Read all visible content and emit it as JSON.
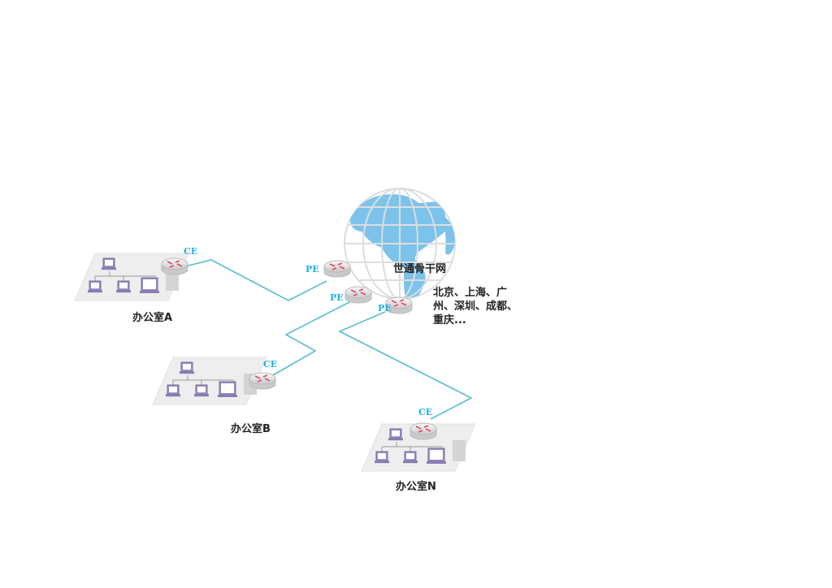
{
  "backbone": {
    "title": "世通骨干网",
    "cities": [
      "北京、上海、广",
      "州、深圳、成都、",
      "重庆..."
    ]
  },
  "pe_labels": [
    "PE",
    "PE",
    "PE"
  ],
  "offices": [
    {
      "name": "办公室A",
      "router": "CE"
    },
    {
      "name": "办公室B",
      "router": "CE"
    },
    {
      "name": "办公室N",
      "router": "CE"
    }
  ],
  "colors": {
    "link": "#5bbccf",
    "label": "#1fb0e6",
    "globe": "#7cc3ec"
  }
}
